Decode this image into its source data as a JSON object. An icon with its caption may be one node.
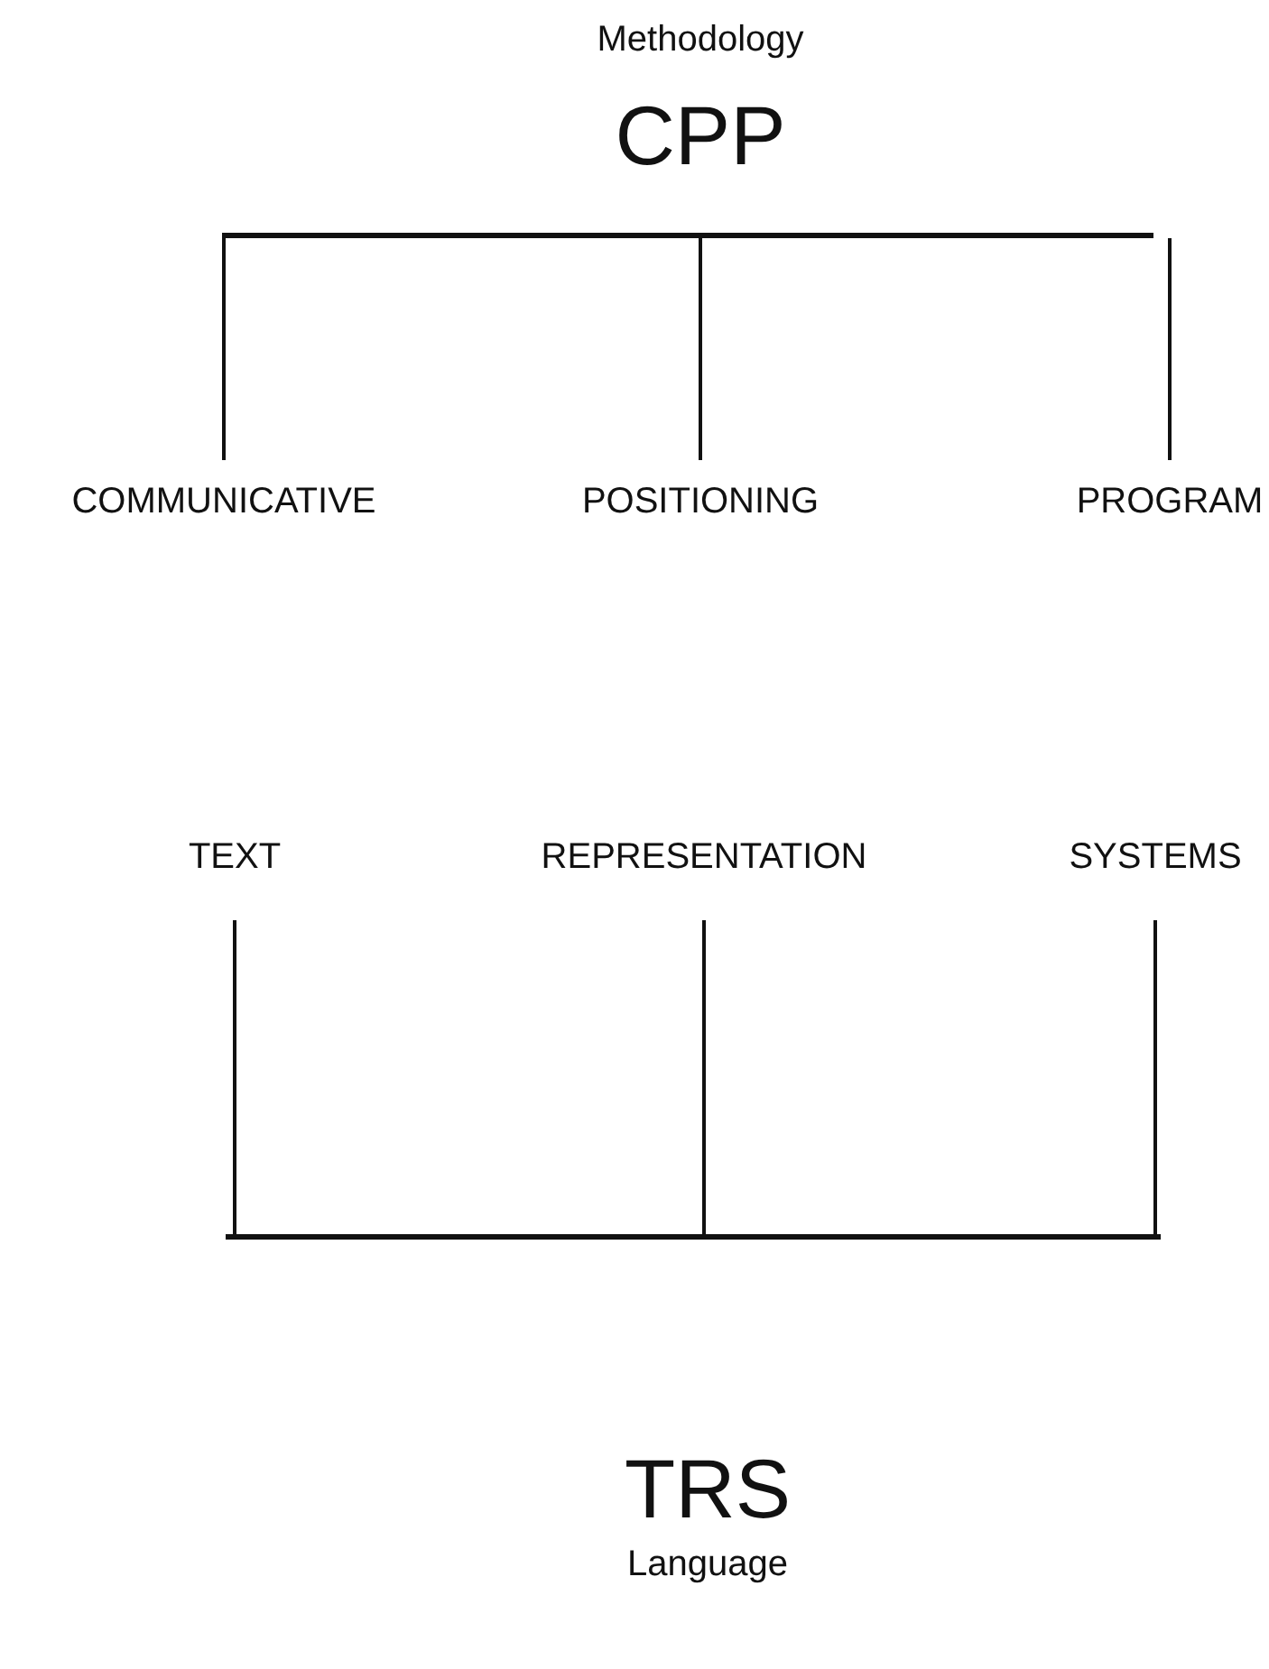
{
  "diagram": {
    "nodes": [
      {
        "text": [],
        "shape": "bar"
      },
      {
        "text": [
          "COMMUNICATIVE"
        ]
      },
      {
        "text": [
          "POSITIONING"
        ]
      },
      {
        "text": [
          "PROGRAM"
        ]
      },
      {
        "text": [
          "TEXT"
        ]
      },
      {
        "text": [
          "REPRESENTATION"
        ]
      },
      {
        "text": [
          "SYSTEMS"
        ]
      },
      {
        "text": [],
        "shape": "bar"
      }
    ],
    "edges": [
      {
        "from": 0,
        "to": 1,
        "arrow": "none"
      },
      {
        "from": 0,
        "to": 2,
        "arrow": "none"
      },
      {
        "from": 0,
        "to": 3,
        "arrow": "none"
      },
      {
        "from": 4,
        "to": 7,
        "arrow": "none"
      },
      {
        "from": 5,
        "to": 7,
        "arrow": "none"
      },
      {
        "from": 6,
        "to": 7,
        "arrow": "none"
      }
    ],
    "labels": [
      "Methodology",
      "CPP",
      "TRS",
      "Language"
    ]
  }
}
